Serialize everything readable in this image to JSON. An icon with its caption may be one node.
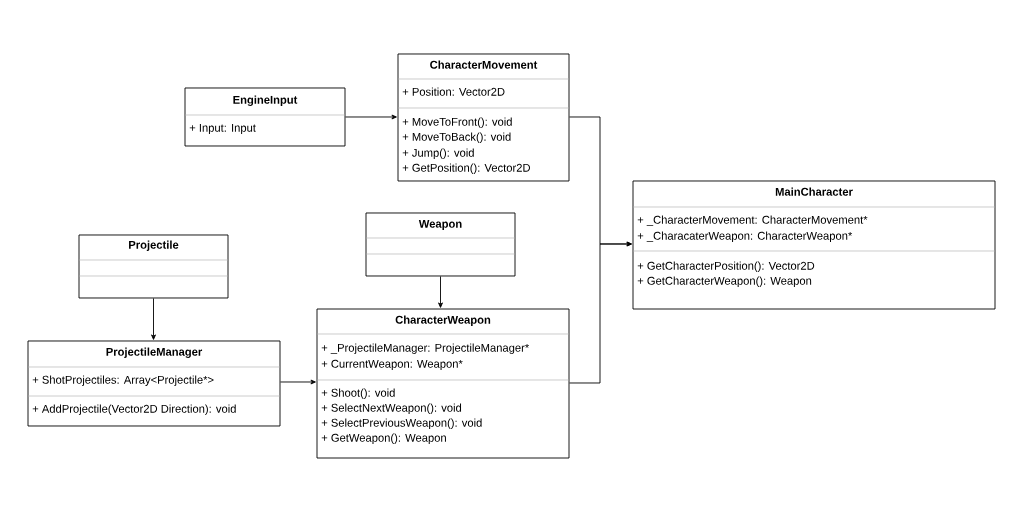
{
  "diagram": {
    "nodes": [
      {
        "text": [
          "CharacterMovement",
          "+ Position: Vector2D",
          "+ MoveToFront(): void",
          "+ MoveToBack(): void",
          "+ Jump(): void",
          "+ GetPosition(): Vector2D"
        ]
      },
      {
        "text": [
          "EngineInput",
          "+ Input: Input"
        ]
      },
      {
        "text": [
          "MainCharacter",
          "+ _CharacterMovement: CharacterMovement*",
          "+ _CharacaterWeapon: CharacterWeapon*",
          "+ GetCharacterPosition(): Vector2D",
          "+ GetCharacterWeapon(): Weapon"
        ]
      },
      {
        "text": [
          "Weapon"
        ]
      },
      {
        "text": [
          "Projectile"
        ]
      },
      {
        "text": [
          "ProjectileManager",
          "+ ShotProjectiles: Array<Projectile*>",
          "+ AddProjectile(Vector2D Direction): void"
        ]
      },
      {
        "text": [
          "CharacterWeapon",
          "+ _ProjectileManager: ProjectileManager*",
          "+ CurrentWeapon: Weapon*",
          "+ Shoot(): void",
          "+ SelectNextWeapon(): void",
          "+ SelectPreviousWeapon(): void",
          "+ GetWeapon(): Weapon"
        ]
      }
    ],
    "edges": [
      {
        "from": 1,
        "to": 0,
        "arrow": "to"
      },
      {
        "from": 0,
        "to": 2,
        "arrow": "to"
      },
      {
        "from": 6,
        "to": 2,
        "arrow": "to"
      },
      {
        "from": 3,
        "to": 6,
        "arrow": "to"
      },
      {
        "from": 4,
        "to": 5,
        "arrow": "to"
      },
      {
        "from": 5,
        "to": 6,
        "arrow": "to"
      }
    ]
  }
}
